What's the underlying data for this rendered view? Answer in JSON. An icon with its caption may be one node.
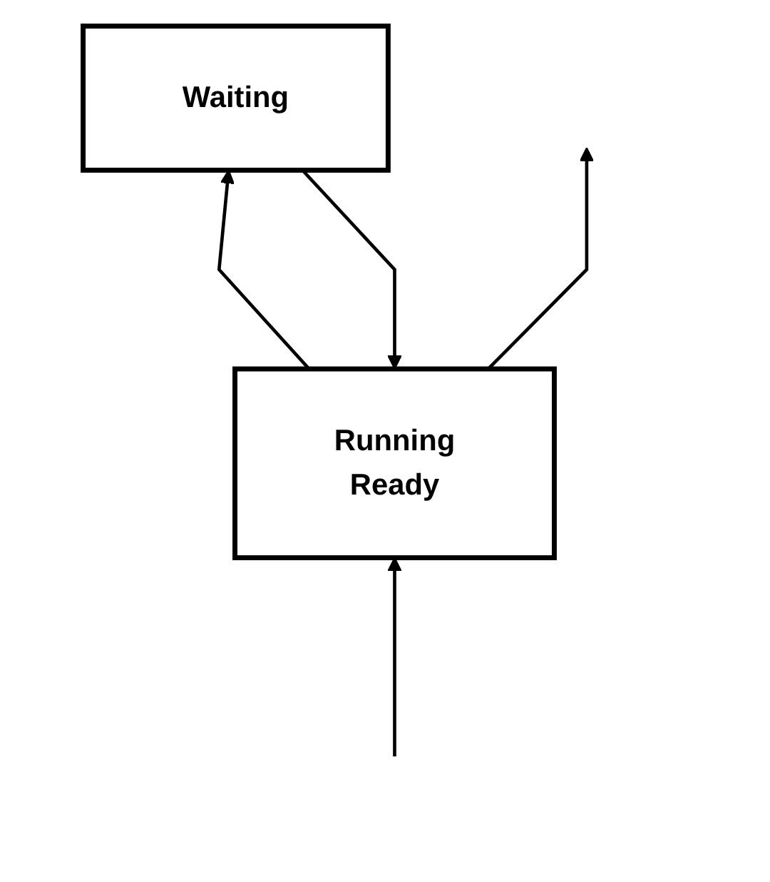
{
  "diagram": {
    "nodes": [
      {
        "text": [
          "Running",
          "Ready"
        ]
      },
      {
        "text": [
          "Waiting"
        ]
      }
    ],
    "edges": [
      {
        "from": 0,
        "to": 1,
        "arrow": "to"
      },
      {
        "from": 0,
        "to": null,
        "arrow": "to"
      },
      {
        "from": null,
        "to": 0,
        "arrow": "to"
      },
      {
        "from": 1,
        "to": 0,
        "arrow": "to"
      }
    ]
  }
}
